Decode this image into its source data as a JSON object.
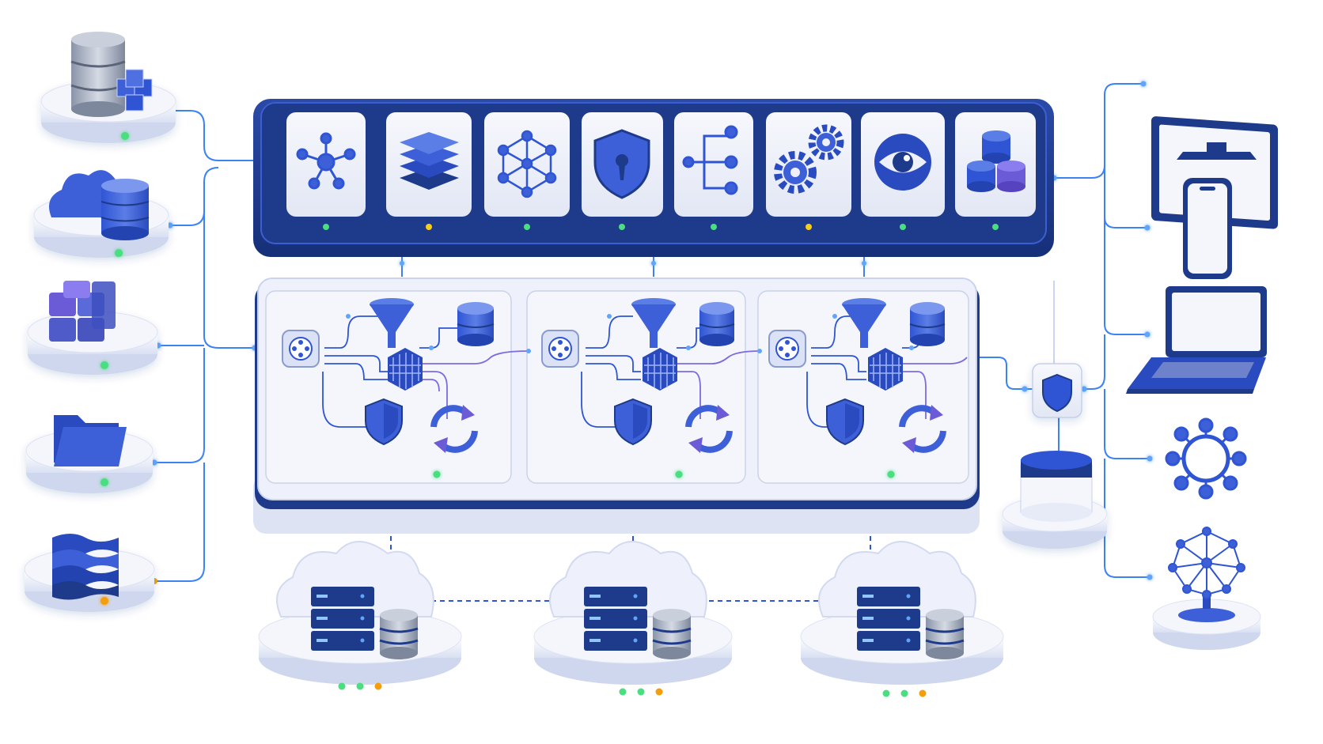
{
  "colors": {
    "background": "#ffffff",
    "brand_navy": "#1e3a8a",
    "brand_blue": "#2f55d4",
    "icon_blue": "#3d5fd8",
    "accent_purple": "#6b5bd6",
    "connector_blue": "#3b82f6",
    "card_face": "#eef1fb",
    "pedestal": "#e9edf8",
    "status_green": "#4ade80",
    "status_yellow": "#facc15",
    "status_orange": "#f59e0b"
  },
  "sources": [
    {
      "icon": "database-cubes-icon",
      "status": "green"
    },
    {
      "icon": "cloud-database-icon",
      "status": "green"
    },
    {
      "icon": "cube-cluster-icon",
      "status": "green"
    },
    {
      "icon": "folder-icon",
      "status": "green"
    },
    {
      "icon": "stream-layers-icon",
      "status": "orange"
    }
  ],
  "services": [
    {
      "icon": "hub-network-icon",
      "status": "green"
    },
    {
      "icon": "stacked-layers-icon",
      "status": "yellow"
    },
    {
      "icon": "mesh-graph-icon",
      "status": "green"
    },
    {
      "icon": "security-shield-icon",
      "status": "green"
    },
    {
      "icon": "branch-tree-icon",
      "status": "green"
    },
    {
      "icon": "gears-icon",
      "status": "yellow"
    },
    {
      "icon": "eye-monitor-icon",
      "status": "green"
    },
    {
      "icon": "storage-cylinders-icon",
      "status": "green"
    }
  ],
  "pipelines": [
    {
      "nodes": [
        "router-icon",
        "funnel-icon",
        "database-icon",
        "processor-chip-icon",
        "shield-icon",
        "sync-cycle-icon"
      ],
      "status": "green"
    },
    {
      "nodes": [
        "router-icon",
        "funnel-icon",
        "database-icon",
        "processor-chip-icon",
        "shield-icon",
        "sync-cycle-icon"
      ],
      "status": "green"
    },
    {
      "nodes": [
        "router-icon",
        "funnel-icon",
        "database-icon",
        "processor-chip-icon",
        "shield-icon",
        "sync-cycle-icon"
      ],
      "status": "green"
    }
  ],
  "gateway": {
    "icon": "gateway-shield-icon",
    "store_icon": "storage-cylinder-icon"
  },
  "clouds": [
    {
      "icon": "cloud-server-icon",
      "status": [
        "green",
        "green",
        "orange"
      ]
    },
    {
      "icon": "cloud-server-icon",
      "status": [
        "green",
        "green",
        "orange"
      ]
    },
    {
      "icon": "cloud-server-icon",
      "status": [
        "green",
        "green",
        "orange"
      ]
    }
  ],
  "consumers": [
    {
      "icon": "desktop-monitor-icon"
    },
    {
      "icon": "smartphone-icon"
    },
    {
      "icon": "laptop-icon"
    },
    {
      "icon": "network-hub-icon"
    },
    {
      "icon": "neural-sphere-icon"
    }
  ]
}
